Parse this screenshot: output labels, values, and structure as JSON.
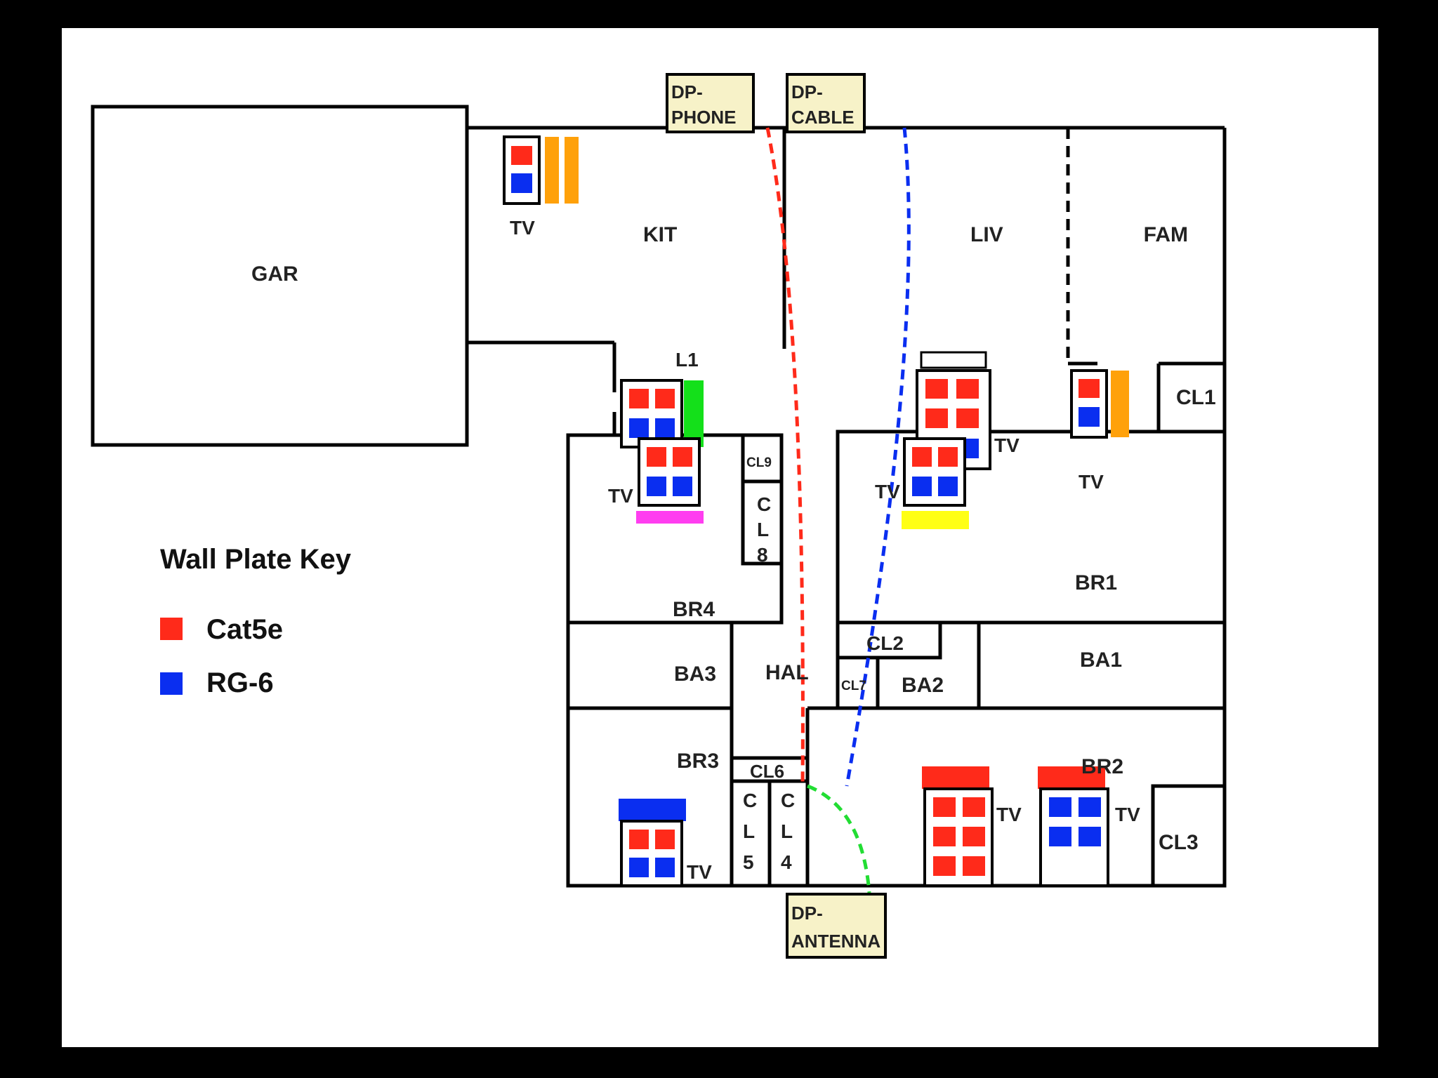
{
  "colors": {
    "wall": "#000000",
    "cat5e": "#ff2a1a",
    "rg6": "#0a2ef0",
    "dp_fill": "#f7f2c8",
    "orange": "#ffa10a",
    "green": "#14e01a",
    "magenta": "#ff3ef0",
    "yellow": "#ffff14",
    "antenna_line": "#22dd33"
  },
  "legend": {
    "title": "Wall Plate Key",
    "items": [
      {
        "label": "Cat5e",
        "color": "#ff2a1a"
      },
      {
        "label": "RG-6",
        "color": "#0a2ef0"
      }
    ]
  },
  "rooms": {
    "gar": "GAR",
    "kit": "KIT",
    "liv": "LIV",
    "fam": "FAM",
    "cl1": "CL1",
    "l1": "L1",
    "br1": "BR1",
    "br4": "BR4",
    "cl9": "CL9",
    "cl8": [
      "C",
      "L",
      "8"
    ],
    "cl2": "CL2",
    "cl7": "CL7",
    "ba2": "BA2",
    "ba1": "BA1",
    "ba3": "BA3",
    "hal": "HAL",
    "br3": "BR3",
    "cl6": "CL6",
    "cl5": [
      "C",
      "L",
      "5"
    ],
    "cl4": [
      "C",
      "L",
      "4"
    ],
    "br2": "BR2",
    "cl3": "CL3"
  },
  "tv": "TV",
  "demarc": {
    "phone": [
      "DP-",
      "PHONE"
    ],
    "cable": [
      "DP-",
      "CABLE"
    ],
    "antenna": [
      "DP-",
      "ANTENNA"
    ]
  }
}
